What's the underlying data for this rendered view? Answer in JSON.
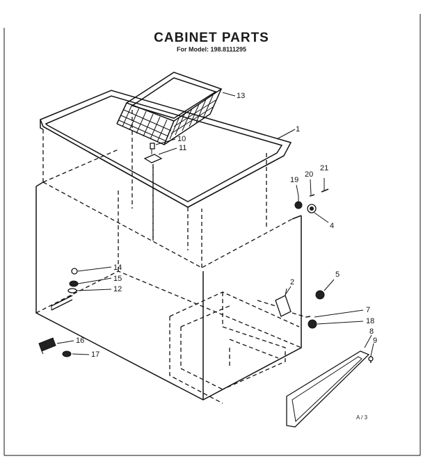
{
  "title": "CABINET PARTS",
  "subtitle": "For Model: 198.8111295",
  "page_code": "A / 3",
  "callouts": [
    {
      "label": "13"
    },
    {
      "label": "1"
    },
    {
      "label": "10"
    },
    {
      "label": "11"
    },
    {
      "label": "19"
    },
    {
      "label": "20"
    },
    {
      "label": "21"
    },
    {
      "label": "4"
    },
    {
      "label": "14"
    },
    {
      "label": "15"
    },
    {
      "label": "12"
    },
    {
      "label": "2"
    },
    {
      "label": "5"
    },
    {
      "label": "7"
    },
    {
      "label": "18"
    },
    {
      "label": "8"
    },
    {
      "label": "9"
    },
    {
      "label": "16"
    },
    {
      "label": "17"
    }
  ]
}
